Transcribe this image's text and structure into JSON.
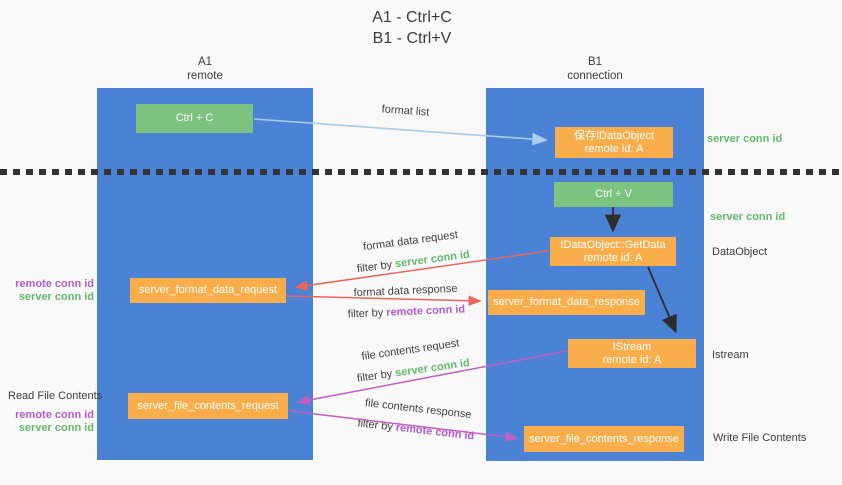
{
  "title": {
    "line1": "A1 - Ctrl+C",
    "line2": "B1 - Ctrl+V"
  },
  "lanes": {
    "a": {
      "name": "A1",
      "role": "remote"
    },
    "b": {
      "name": "B1",
      "role": "connection"
    }
  },
  "nodes": {
    "ctrl_c": {
      "label": "Ctrl + C"
    },
    "ctrl_v": {
      "label": "Ctrl + V"
    },
    "save_dataobject": {
      "line1": "保存IDataObject",
      "line2": "remote id: A"
    },
    "getdata": {
      "line1": "IDataObject::GetData",
      "line2": "remote id: A"
    },
    "istream": {
      "line1": "IStream",
      "line2": "remote id: A"
    },
    "format_request": {
      "label": "server_format_data_request"
    },
    "format_response": {
      "label": "server_format_data_response"
    },
    "file_request": {
      "label": "server_file_contents_request"
    },
    "file_response": {
      "label": "server_file_contents_response"
    }
  },
  "arrow_labels": {
    "format_list": "format list",
    "format_data_request": {
      "line1": "format data request",
      "filter_prefix": "filter by ",
      "filter_key": "server conn id"
    },
    "format_data_response": {
      "line1": "format data response",
      "filter_prefix": "filter by ",
      "filter_key": "remote conn id"
    },
    "file_contents_request": {
      "line1": "file contents request",
      "filter_prefix": "filter by ",
      "filter_key": "server conn id"
    },
    "file_contents_response": {
      "line1": "file contents response",
      "filter_prefix": "filter by ",
      "filter_key": "remote conn id"
    }
  },
  "side_labels": {
    "server_conn_id_top": "server conn id",
    "server_conn_id_mid": "server conn id",
    "dataobject": "DataObject",
    "istream": "Istream",
    "write_file_contents": "Write File Contents",
    "read_file_contents": "Read File Contents",
    "left_group1": {
      "remote": "remote conn id",
      "server": "server conn id"
    },
    "left_group2": {
      "remote": "remote conn id",
      "server": "server conn id"
    }
  },
  "colors": {
    "lane_blue": "#4a82d6",
    "node_green": "#7cc37f",
    "node_orange": "#f9ae4b",
    "arrow_light_blue": "#a9cdec",
    "arrow_red": "#e8675d",
    "arrow_magenta": "#c05ec2",
    "arrow_black": "#2d2d2d",
    "text_green": "#63ba6b",
    "text_purple": "#b55ad2"
  }
}
